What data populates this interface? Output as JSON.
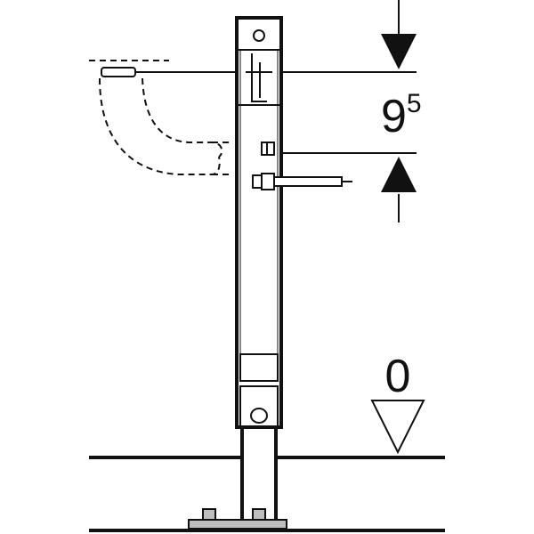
{
  "dimension": {
    "main": "9",
    "superscript": "5"
  },
  "floor_level": {
    "label": "0"
  },
  "colors": {
    "line": "#111111",
    "fill_light": "#ffffff",
    "fill_gray": "#bdbdbd"
  },
  "icons": {
    "arrow_down": "arrow-down-icon",
    "arrow_up": "arrow-up-icon",
    "level_marker": "level-triangle-icon"
  }
}
